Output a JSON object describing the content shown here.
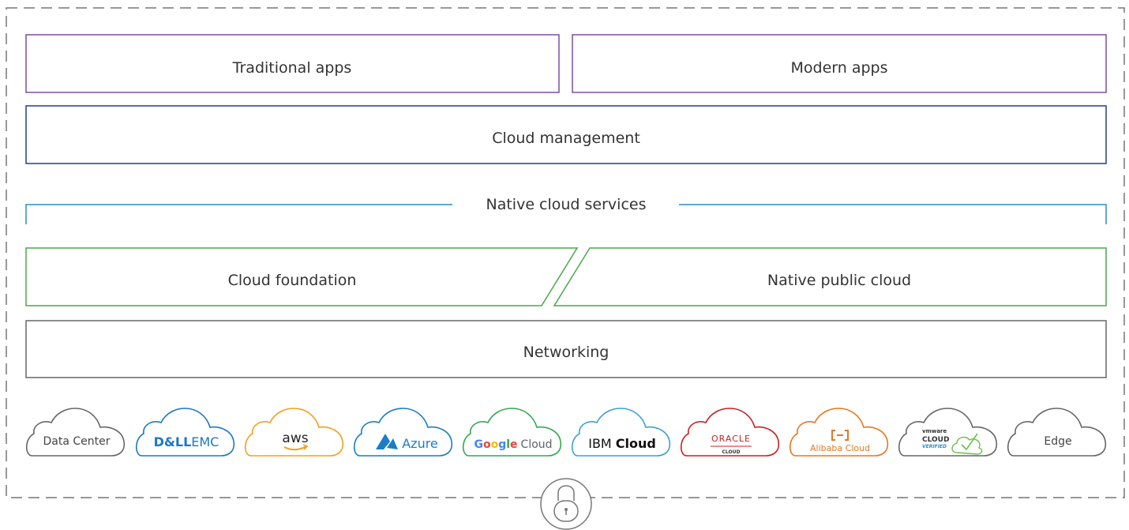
{
  "layers": {
    "traditional_apps": "Traditional apps",
    "modern_apps": "Modern apps",
    "cloud_management": "Cloud management",
    "native_cloud_services": "Native cloud services",
    "cloud_foundation": "Cloud foundation",
    "native_public_cloud": "Native public cloud",
    "networking": "Networking"
  },
  "clouds": [
    {
      "icon": "data-center-cloud-icon",
      "color": "#666666"
    },
    {
      "icon": "dell-emc-cloud-icon",
      "color": "#1b78c6"
    },
    {
      "icon": "aws-cloud-icon",
      "color": "#f0a020"
    },
    {
      "icon": "azure-cloud-icon",
      "color": "#1a7dc6"
    },
    {
      "icon": "google-cloud-icon",
      "color": "#33a853"
    },
    {
      "icon": "ibm-cloud-icon",
      "color": "#3aa0d8"
    },
    {
      "icon": "oracle-cloud-icon",
      "color": "#cc1f1f"
    },
    {
      "icon": "alibaba-cloud-icon",
      "color": "#e8771e"
    },
    {
      "icon": "vmware-cloud-verified-icon",
      "color": "#666666"
    },
    {
      "icon": "edge-cloud-icon",
      "color": "#666666"
    }
  ],
  "cloud_labels": {
    "data_center": "Data Center",
    "dell_bold": "D&LL",
    "dell_light": "EMC",
    "aws": "aws",
    "azure": "Azure",
    "google_g": "G",
    "google_o1": "o",
    "google_o2": "o",
    "google_g2": "g",
    "google_l": "l",
    "google_e": "e",
    "google_cloud": "Cloud",
    "ibm": "IBM",
    "ibm_cloud": "Cloud",
    "oracle": "ORACLE",
    "oracle_cloud": "CLOUD",
    "alibaba": "Alibaba Cloud",
    "vmware": "vmware",
    "vmware_cloud": "CLOUD",
    "vmware_verified": "VERIFIED",
    "edge": "Edge"
  },
  "colors": {
    "apps": "#7b4fa0",
    "management": "#1f3f8f",
    "native_services": "#2b8ccc",
    "foundation": "#4aa84a",
    "networking": "#666666",
    "outer_border": "#777777"
  }
}
